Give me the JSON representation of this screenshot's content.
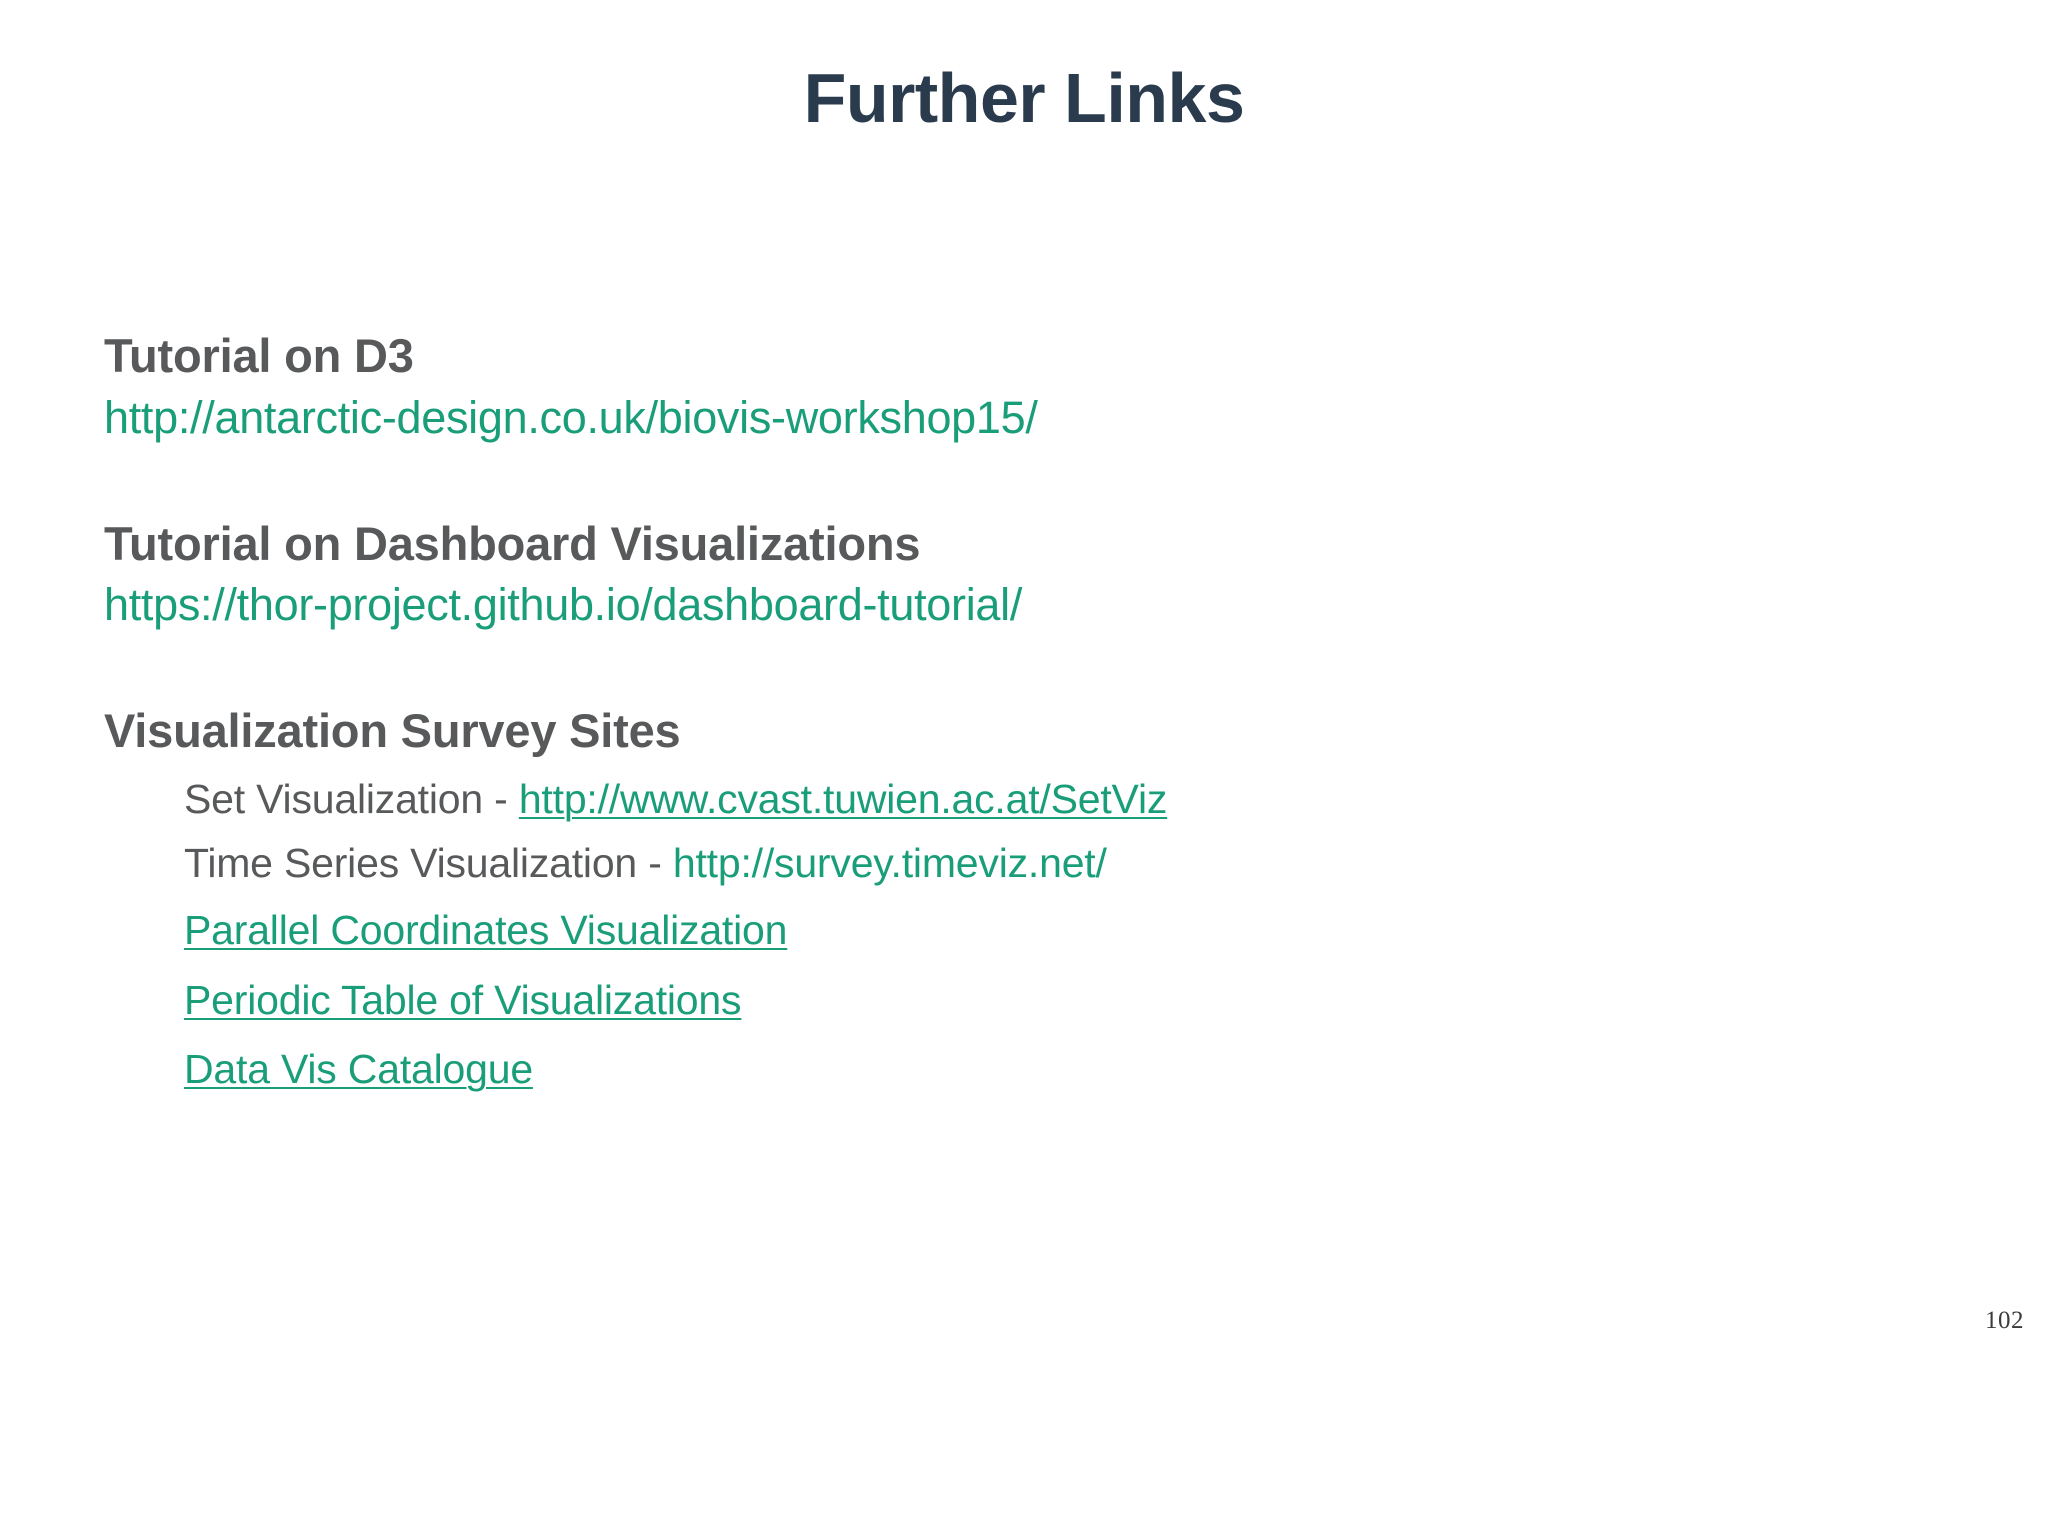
{
  "slide": {
    "title": "Further Links",
    "page_number": "102",
    "colors": {
      "title": "#2a3b4d",
      "heading": "#58595b",
      "link": "#1a9e7a",
      "background": "#ffffff"
    }
  },
  "sections": [
    {
      "heading": "Tutorial on D3",
      "url": "http://antarctic-design.co.uk/biovis-workshop15/"
    },
    {
      "heading": "Tutorial on Dashboard Visualizations",
      "url": "https://thor-project.github.io/dashboard-tutorial/"
    },
    {
      "heading": "Visualization Survey Sites",
      "items": [
        {
          "label": "Set Visualization",
          "separator": " - ",
          "link_text": "http://www.cvast.tuwien.ac.at/SetViz",
          "underlined": true
        },
        {
          "label": "Time Series Visualization",
          "separator": " - ",
          "link_text": "http://survey.timeviz.net/",
          "underlined": false
        },
        {
          "label": "",
          "separator": "",
          "link_text": "Parallel Coordinates Visualization",
          "underlined": true
        },
        {
          "label": "",
          "separator": "",
          "link_text": "Periodic Table of Visualizations",
          "underlined": true
        },
        {
          "label": "",
          "separator": "",
          "link_text": "Data Vis Catalogue",
          "underlined": true
        }
      ]
    }
  ]
}
